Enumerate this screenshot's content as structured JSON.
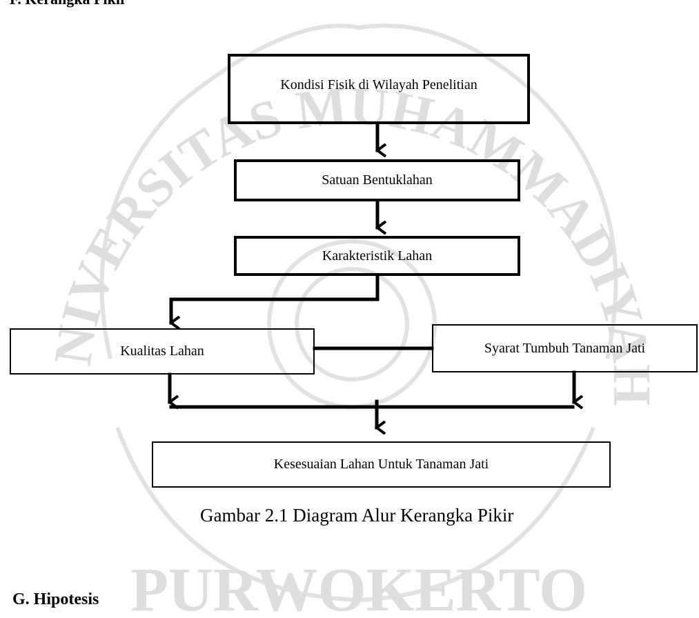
{
  "page": {
    "top_cut_heading": "F. Kerangka Pikir"
  },
  "diagram": {
    "nodes": {
      "kondisi": "Kondisi Fisik di Wilayah Penelitian",
      "satuan": "Satuan Bentuklahan",
      "karakteristik": "Karakteristik Lahan",
      "kualitas": "Kualitas Lahan",
      "syarat": "Syarat Tumbuh Tanaman Jati",
      "kesesuaian": "Kesesuaian Lahan Untuk Tanaman Jati"
    }
  },
  "caption": "Gambar 2.1 Diagram Alur Kerangka Pikir",
  "section_heading": "G. Hipotesis",
  "watermark": {
    "text_top": "UNIVERSITAS MUHAMMADIYAH",
    "text_bottom": "PURWOKERTO"
  },
  "colors": {
    "line": "#000000",
    "watermark": "#d9d9d9"
  }
}
